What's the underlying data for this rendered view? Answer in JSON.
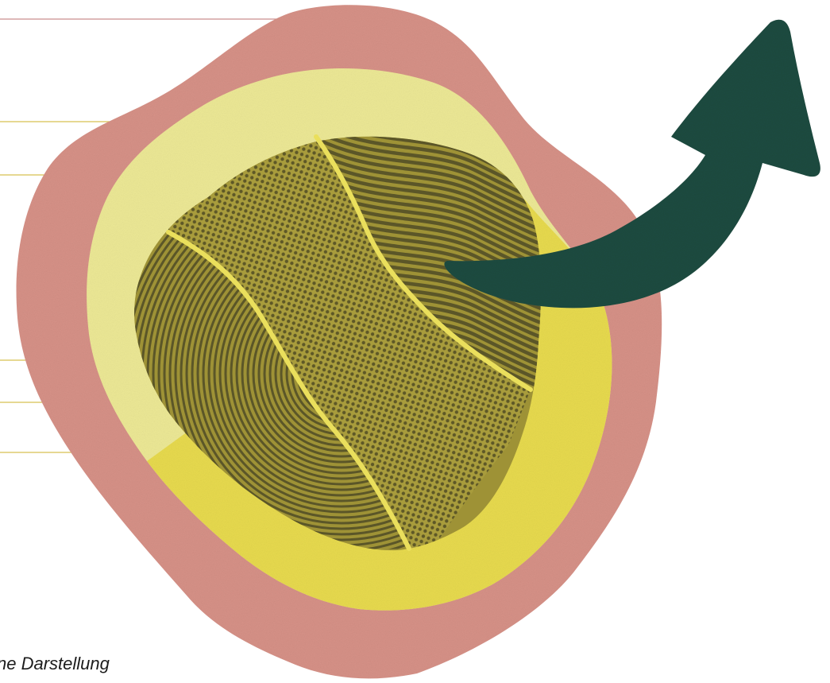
{
  "figure": {
    "caption": "ne Darstellung"
  },
  "colors": {
    "outer_ring": "#d69187",
    "middle_ring_light": "#ece895",
    "middle_ring_bright": "#e7da4e",
    "core_fill": "#9e9236",
    "core_pattern": "#5b5628",
    "divider": "#eadf5c",
    "arrow": "#1e4b40",
    "leader_outer": "#c98e8e",
    "leader_inner": "#d8c050"
  },
  "leader_lines": [
    {
      "target": "outer-ring"
    },
    {
      "target": "inner-zone-right"
    },
    {
      "target": "middle-ring"
    },
    {
      "target": "core-right-segment"
    },
    {
      "target": "core-center-segment"
    },
    {
      "target": "core-left-segment"
    }
  ]
}
